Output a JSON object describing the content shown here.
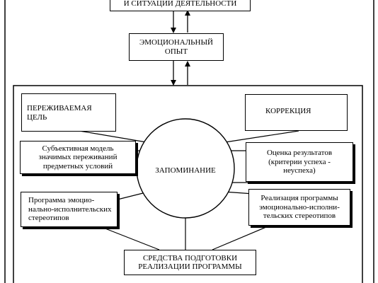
{
  "top_box": {
    "line1": "И СИТУАЦИИ ДЕЯТЕЛЬНОСТИ"
  },
  "experience_box": {
    "line1": "ЭМОЦИОНАЛЬНЫЙ",
    "line2": "ОПЫТ"
  },
  "goal_box": {
    "line1": "ПЕРЕЖИВАЕМАЯ",
    "line2": "ЦЕЛЬ"
  },
  "correction_box": {
    "line1": "КОРРЕКЦИЯ"
  },
  "model_box": {
    "line1": "Субъективная модель",
    "line2": "значимых переживаний",
    "line3": "предметных условий"
  },
  "evaluation_box": {
    "line1": "Оценка результатов",
    "line2": "(критерии  успеха -",
    "line3": "неуспеха)"
  },
  "program_box": {
    "line1": "Программа эмоцио-",
    "line2": "нально-исполнительских",
    "line3": "стереотипов"
  },
  "implementation_box": {
    "line1": "Реализация программы",
    "line2": "эмоционально-исполни-",
    "line3": "тельских стереотипов"
  },
  "means_box": {
    "line1": "СРЕДСТВА ПОДГОТОВКИ",
    "line2": "РЕАЛИЗАЦИИ ПРОГРАММЫ"
  },
  "center_circle": {
    "label": "ЗАПОМИНАНИЕ"
  }
}
